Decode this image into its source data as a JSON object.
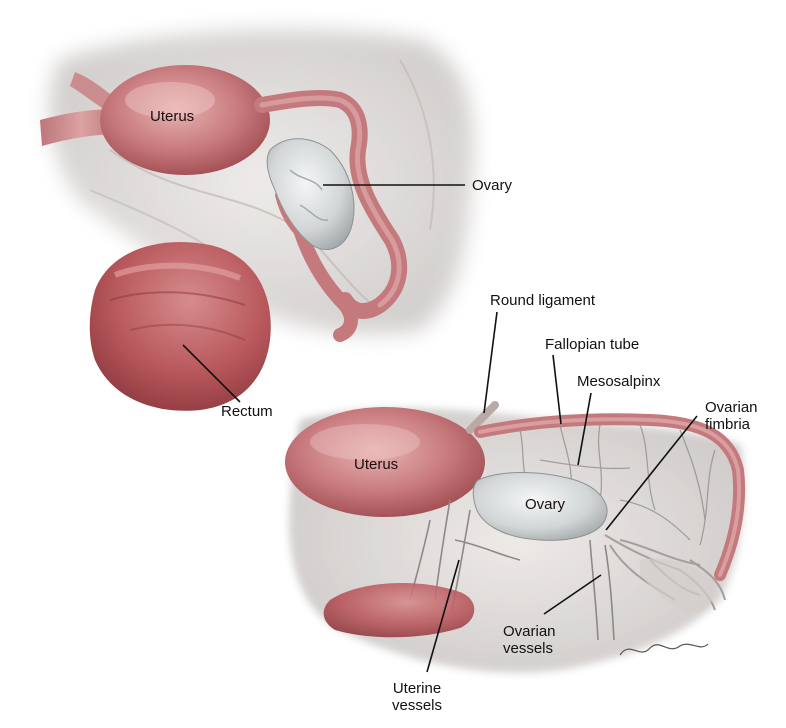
{
  "colors": {
    "background": "#ffffff",
    "tissue_pink": "#c8797c",
    "tissue_dark": "#a94d52",
    "ovary_gray": "#cfd3d4",
    "membrane_gray": "#d7d4d2",
    "leader_line": "#111111"
  },
  "top_view": {
    "uterus_label": "Uterus",
    "ovary_label": "Ovary",
    "rectum_label": "Rectum"
  },
  "bottom_view": {
    "round_ligament_label": "Round ligament",
    "fallopian_tube_label": "Fallopian tube",
    "mesosalpinx_label": "Mesosalpinx",
    "ovarian_fimbria_label": "Ovarian\nfimbria",
    "uterus_label": "Uterus",
    "ovary_label": "Ovary",
    "ovarian_vessels_label": "Ovarian\nvessels",
    "uterine_vessels_label": "Uterine\nvessels"
  }
}
